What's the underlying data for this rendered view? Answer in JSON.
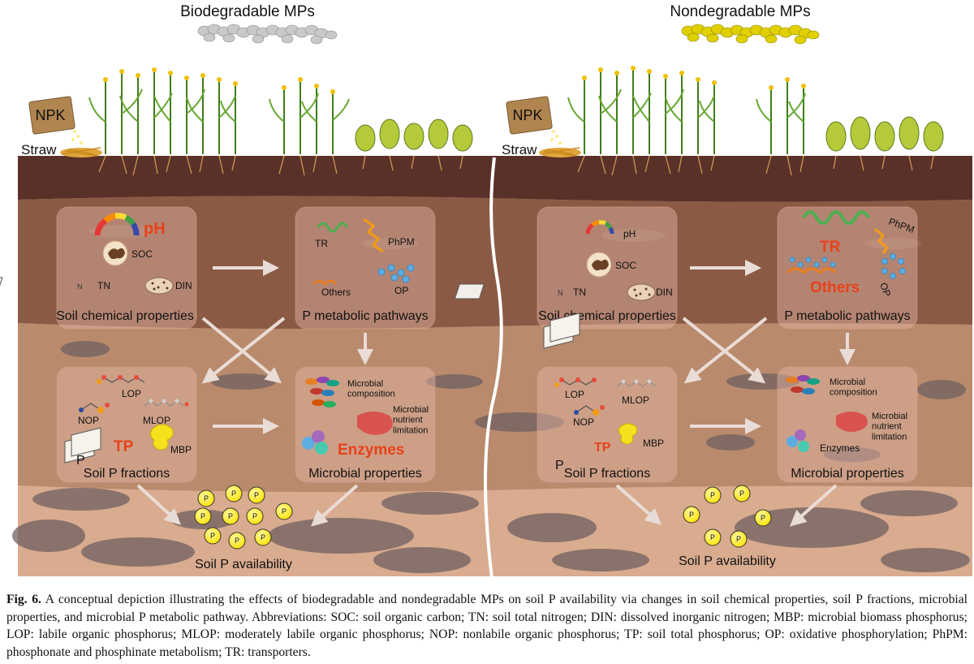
{
  "panels": {
    "left": {
      "title": "Biodegradable MPs",
      "npk": "NPK",
      "straw": "Straw",
      "chem": {
        "label": "Soil chemical properties",
        "ph": "pH",
        "soc": "SOC",
        "tn": "TN",
        "din": "DIN"
      },
      "pmeta": {
        "label": "P metabolic pathways",
        "tr": "TR",
        "phpm": "PhPM",
        "others": "Others",
        "op": "OP"
      },
      "fractions": {
        "label": "Soil P fractions",
        "lop": "LOP",
        "nop": "NOP",
        "mlop": "MLOP",
        "tp": "TP",
        "mbp": "MBP"
      },
      "micro": {
        "label": "Microbial properties",
        "composition": "Microbial\ncomposition",
        "limitation": "Microbial\nnutrient\nlimitation",
        "enzymes": "Enzymes"
      },
      "availability": "Soil P availability"
    },
    "right": {
      "title": "Nondegradable MPs",
      "npk": "NPK",
      "straw": "Straw",
      "chem": {
        "label": "Soil chemical properties",
        "ph": "pH",
        "soc": "SOC",
        "tn": "TN",
        "din": "DIN"
      },
      "pmeta": {
        "label": "P metabolic pathways",
        "tr": "TR",
        "phpm": "PhPM",
        "others": "Others",
        "op": "OP"
      },
      "fractions": {
        "label": "Soil P fractions",
        "lop": "LOP",
        "nop": "NOP",
        "mlop": "MLOP",
        "tp": "TP",
        "mbp": "MBP"
      },
      "micro": {
        "label": "Microbial properties",
        "composition": "Microbial\ncomposition",
        "limitation": "Microbial\nnutrient\nlimitation",
        "enzymes": "Enzymes"
      },
      "availability": "Soil P availability"
    }
  },
  "p_symbol": "P",
  "n_symbol": "N",
  "caption": {
    "label": "Fig. 6.",
    "text": "A conceptual depiction illustrating the effects of biodegradable and nondegradable MPs on soil P availability via changes in soil chemical properties, soil P fractions, microbial properties, and microbial P metabolic pathway. Abbreviations: SOC: soil organic carbon; TN: soil total nitrogen; DIN: dissolved inorganic nitrogen; MBP: microbial biomass phosphorus; LOP: labile organic phosphorus; MLOP: moderately labile organic phosphorus; NOP: nonlabile organic phosphorus; TP: soil total phosphorus; OP: oxidative phosphorylation; PhPM: phosphonate and phosphinate metabolism; TR: transporters."
  },
  "colors": {
    "topsoil": "#5a3128",
    "midsoil": "#8a5a45",
    "lowsoil": "#b98a6c",
    "deepsoil": "#d9ab8f",
    "highlight": "#e8411a",
    "p_ball": "#ffe600",
    "bio_mps": "#c9c9c9",
    "nondeg_mps": "#e0d000"
  }
}
